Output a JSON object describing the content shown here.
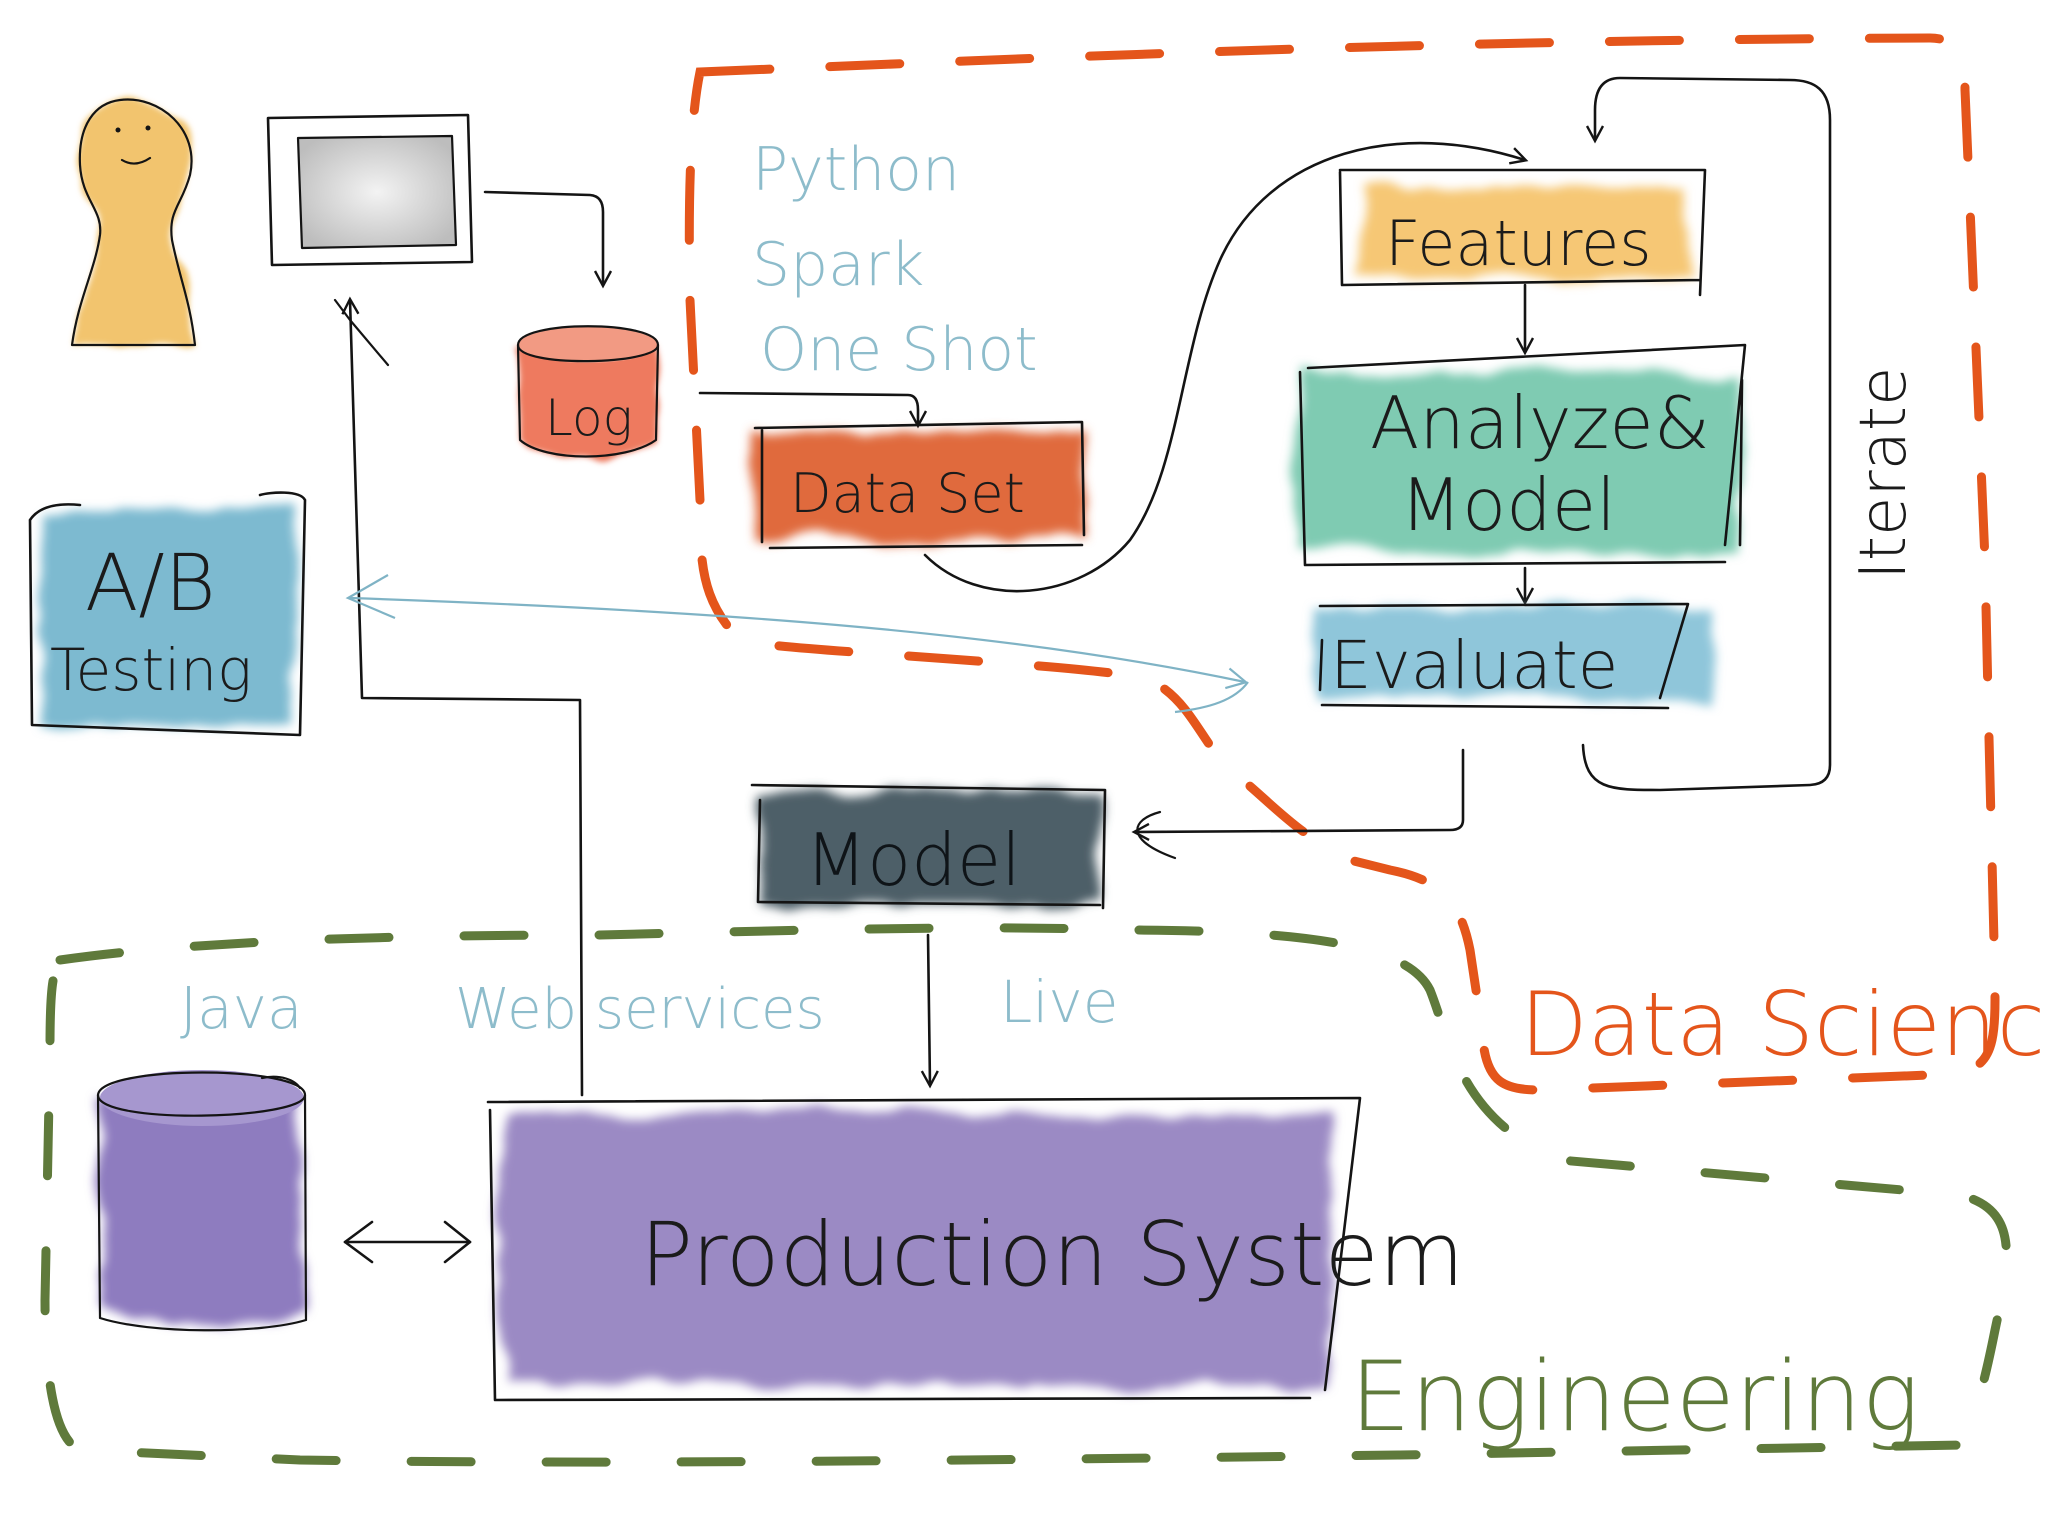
{
  "diagram": {
    "colors": {
      "data_science_boundary": "#E4551B",
      "engineering_boundary": "#5F7A3B",
      "annotation_blue": "#8DBCCB",
      "person": "#F2C46E",
      "log": "#EE7A5E",
      "dataset": "#E06A3E",
      "features": "#F6C775",
      "analyze": "#7FCBB2",
      "evaluate": "#8FC6DA",
      "model": "#4E5E68",
      "ab_testing": "#7DBAD0",
      "production": "#9B8AC4"
    },
    "icons": [
      "person-icon",
      "screen-icon",
      "database-icon"
    ],
    "labels": {
      "log": "Log",
      "data_set": "Data Set",
      "features": "Features",
      "analyze_line1": "Analyze&",
      "analyze_line2": "Model",
      "evaluate": "Evaluate",
      "iterate": "Iterate",
      "model": "Model",
      "ab_line1": "A/B",
      "ab_line2": "Testing",
      "production": "Production System",
      "live": "Live",
      "java": "Java",
      "web_services": "Web services",
      "python_lines": [
        "Python",
        "Spark",
        "One Shot"
      ],
      "data_science": "Data Science",
      "engineering": "Engineering"
    }
  }
}
